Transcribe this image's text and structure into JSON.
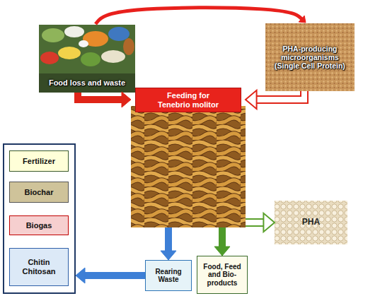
{
  "diagram": {
    "nodes": [
      {
        "text": [
          "Food loss and waste"
        ]
      },
      {
        "text": [
          "PHA-producing microorganisms (Single Cell Protein)"
        ]
      },
      {
        "text": [
          "Feeding for Tenebrio molitor"
        ]
      },
      {
        "text": [
          "PHA"
        ]
      },
      {
        "text": []
      },
      {
        "text": [
          "Fertilizer"
        ],
        "in": 4
      },
      {
        "text": [
          "Biochar"
        ],
        "in": 4
      },
      {
        "text": [
          "Biogas"
        ],
        "in": 4
      },
      {
        "text": [
          "Chitin Chitosan"
        ],
        "in": 4
      },
      {
        "text": [
          "Rearing Waste"
        ]
      },
      {
        "text": [
          "Food, Feed and Bio-products"
        ]
      }
    ],
    "edges": [
      {
        "from": 0,
        "to": 1,
        "arrow": "to"
      },
      {
        "from": 0,
        "to": 2,
        "arrow": "to"
      },
      {
        "from": 1,
        "to": 2,
        "arrow": "to"
      },
      {
        "from": 2,
        "to": 3,
        "arrow": "to"
      },
      {
        "from": 2,
        "to": 9,
        "arrow": "to"
      },
      {
        "from": 2,
        "to": 10,
        "arrow": "to"
      },
      {
        "from": 9,
        "to": 4,
        "arrow": "to"
      }
    ]
  }
}
